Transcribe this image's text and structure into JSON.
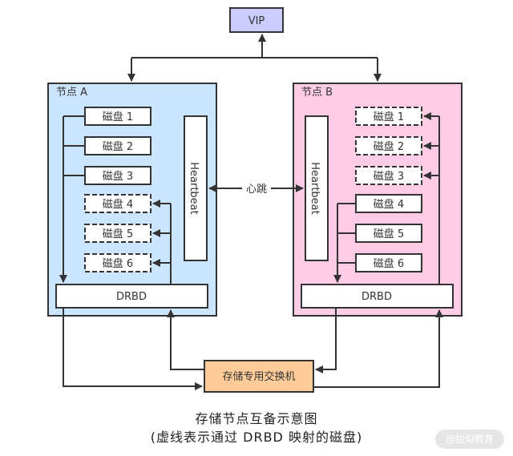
{
  "vip": {
    "label": "VIP",
    "fill": "#ccccff"
  },
  "heartbeat_link": {
    "label": "心跳"
  },
  "switch": {
    "label": "存储专用交换机",
    "fill": "#ffcc99"
  },
  "node_a": {
    "title": "节点 A",
    "fill": "#cce5ff",
    "heartbeat": "Heartbeat",
    "drbd": "DRBD",
    "disks": [
      {
        "label": "磁盘 1",
        "mirrored": false
      },
      {
        "label": "磁盘 2",
        "mirrored": false
      },
      {
        "label": "磁盘 3",
        "mirrored": false
      },
      {
        "label": "磁盘 4",
        "mirrored": true
      },
      {
        "label": "磁盘 5",
        "mirrored": true
      },
      {
        "label": "磁盘 6",
        "mirrored": true
      }
    ]
  },
  "node_b": {
    "title": "节点 B",
    "fill": "#ffcce6",
    "heartbeat": "Heartbeat",
    "drbd": "DRBD",
    "disks": [
      {
        "label": "磁盘 1",
        "mirrored": true
      },
      {
        "label": "磁盘 2",
        "mirrored": true
      },
      {
        "label": "磁盘 3",
        "mirrored": true
      },
      {
        "label": "磁盘 4",
        "mirrored": false
      },
      {
        "label": "磁盘 5",
        "mirrored": false
      },
      {
        "label": "磁盘 6",
        "mirrored": false
      }
    ]
  },
  "caption": {
    "line1": "存储节点互备示意图",
    "line2": "(虚线表示通过 DRBD 映射的磁盘)"
  },
  "watermark": "@拉勾教育"
}
